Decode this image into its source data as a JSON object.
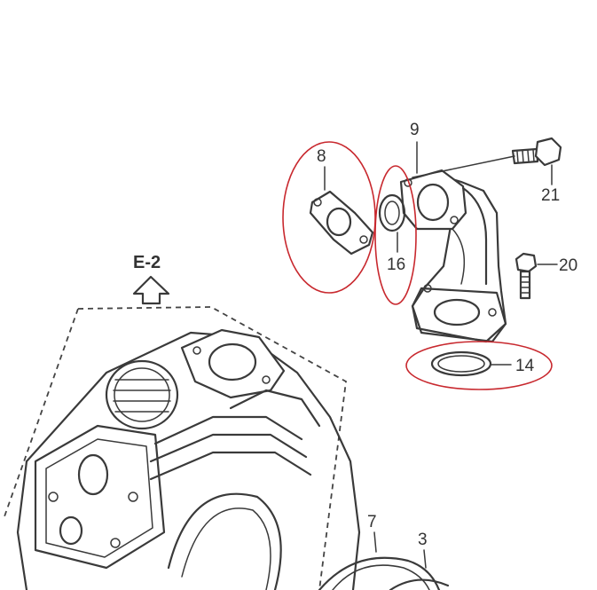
{
  "diagram": {
    "ref_label": "E-2",
    "part_labels": {
      "p8": "8",
      "p9": "9",
      "p16": "16",
      "p21": "21",
      "p20": "20",
      "p14": "14",
      "p7": "7",
      "p3": "3"
    },
    "colors": {
      "line": "#3a3a3a",
      "highlight": "#c8282e",
      "background": "#ffffff"
    }
  }
}
